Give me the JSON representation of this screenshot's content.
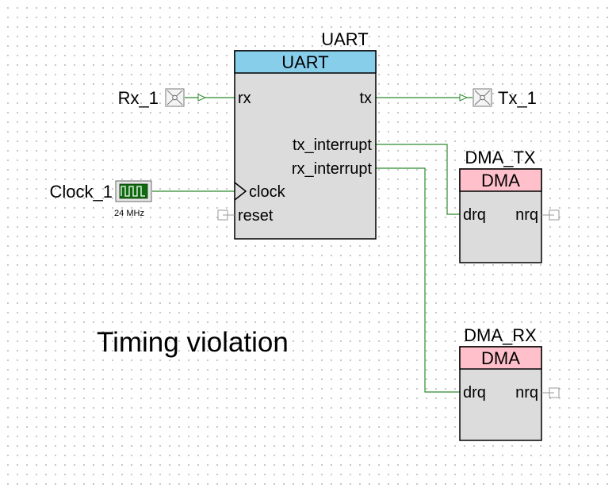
{
  "uart": {
    "instance_name": "UART",
    "header": "UART",
    "pins": {
      "rx": "rx",
      "tx": "tx",
      "tx_interrupt": "tx_interrupt",
      "rx_interrupt": "rx_interrupt",
      "clock": "clock",
      "reset": "reset"
    },
    "header_color": "#87ceeb"
  },
  "rx_pin": {
    "name": "Rx_1"
  },
  "tx_pin": {
    "name": "Tx_1"
  },
  "clock": {
    "name": "Clock_1",
    "frequency": "24 MHz"
  },
  "dma_tx": {
    "instance_name": "DMA_TX",
    "header": "DMA",
    "pins": {
      "drq": "drq",
      "nrq": "nrq"
    },
    "header_color": "#ffc0cb"
  },
  "dma_rx": {
    "instance_name": "DMA_RX",
    "header": "DMA",
    "pins": {
      "drq": "drq",
      "nrq": "nrq"
    },
    "header_color": "#ffc0cb"
  },
  "annotation": "Timing violation",
  "wire_color": "#2e8b2e"
}
